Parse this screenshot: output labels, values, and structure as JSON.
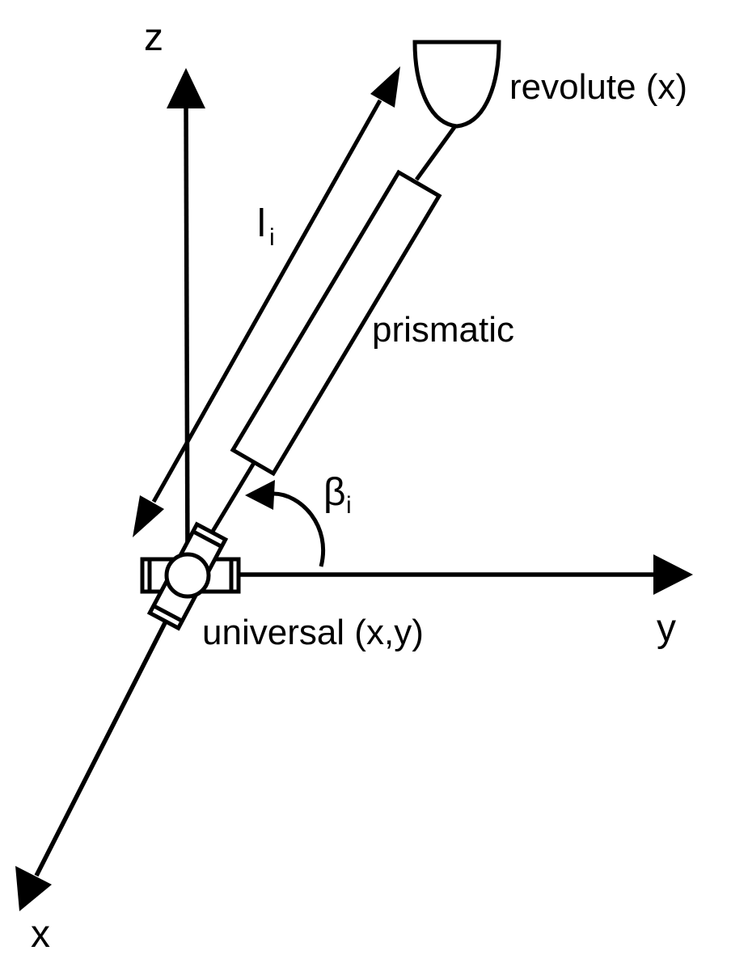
{
  "labels": {
    "axis_z": "z",
    "axis_y": "y",
    "axis_x": "x",
    "length_base": "l",
    "length_sub": "i",
    "angle_base": "β",
    "angle_sub": "i",
    "revolute": "revolute (x)",
    "prismatic": "prismatic",
    "universal": "universal (x,y)"
  },
  "colors": {
    "ink": "#000000",
    "background": "#ffffff"
  }
}
